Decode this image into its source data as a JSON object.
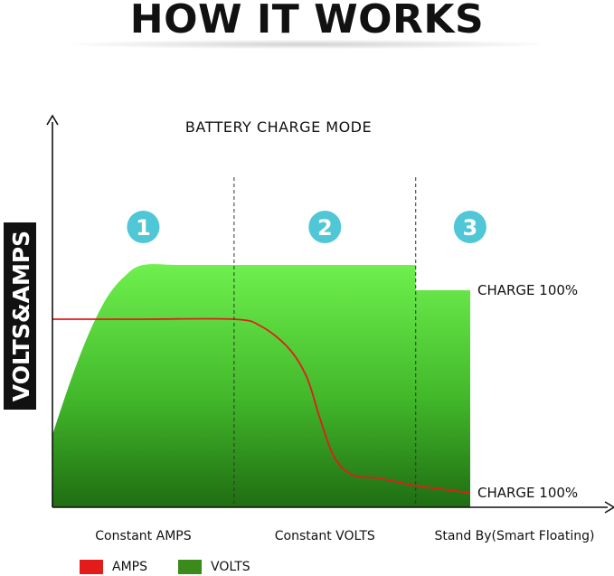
{
  "page": {
    "headline": "HOW IT WORKS"
  },
  "chart_data": {
    "type": "area",
    "title": "BATTERY CHARGE MODE",
    "ylabel": "VOLTS&AMPS",
    "xlabel": "",
    "phases": [
      {
        "number": "1",
        "label": "Constant AMPS"
      },
      {
        "number": "2",
        "label": "Constant VOLTS"
      },
      {
        "number": "3",
        "label": "Stand By(Smart Floating)"
      }
    ],
    "phase_boundaries": [
      1,
      2
    ],
    "xlim": [
      0,
      2.3
    ],
    "ylim": [
      0,
      100
    ],
    "series": [
      {
        "name": "VOLTS",
        "color": "#3a8a1c",
        "points": [
          [
            0,
            20
          ],
          [
            0.1,
            35
          ],
          [
            0.2,
            48
          ],
          [
            0.3,
            58
          ],
          [
            0.4,
            64
          ],
          [
            0.5,
            67
          ],
          [
            0.7,
            67
          ],
          [
            1.0,
            67
          ],
          [
            1.5,
            67
          ],
          [
            2.0,
            67
          ],
          [
            2.0,
            60
          ],
          [
            2.3,
            60
          ]
        ]
      },
      {
        "name": "AMPS",
        "color": "#e31b1b",
        "points": [
          [
            0,
            52
          ],
          [
            0.5,
            52
          ],
          [
            1.0,
            52
          ],
          [
            1.15,
            50
          ],
          [
            1.3,
            44
          ],
          [
            1.4,
            36
          ],
          [
            1.47,
            25
          ],
          [
            1.55,
            14
          ],
          [
            1.65,
            9
          ],
          [
            1.8,
            8
          ],
          [
            2.0,
            6
          ],
          [
            2.3,
            4
          ]
        ]
      }
    ],
    "annotations": [
      {
        "text": "CHARGE 100%",
        "target": "VOLTS"
      },
      {
        "text": "CHARGE 100%",
        "target": "AMPS"
      }
    ],
    "legend_position": "bottom-left",
    "colors": {
      "badge": "#4fc7d7",
      "ylabel_bg": "#111111"
    },
    "grid": false
  }
}
